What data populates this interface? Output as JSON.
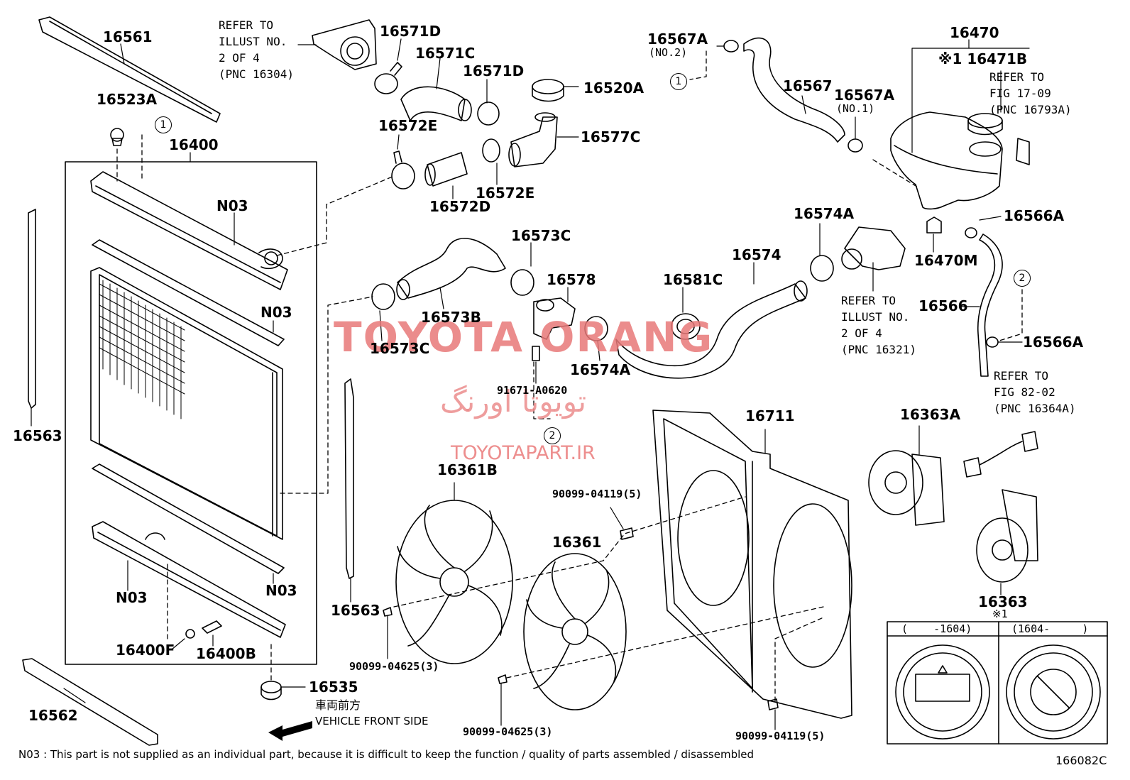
{
  "diagram_code": "166082C",
  "watermark": {
    "brand": "TOYOTA ORANG",
    "persian": "تویوتا اورنگ",
    "site": "TOYOTAPART.IR"
  },
  "parts": {
    "p16561": "16561",
    "p16523A": "16523A",
    "p16400": "16400",
    "n03_a": "N03",
    "n03_b": "N03",
    "n03_c": "N03",
    "n03_d": "N03",
    "p16563_left": "16563",
    "p16563_mid": "16563",
    "p16400F": "16400F",
    "p16400B": "16400B",
    "p16535": "16535",
    "p16562": "16562",
    "p16571D_a": "16571D",
    "p16571C": "16571C",
    "p16571D_b": "16571D",
    "p16520A": "16520A",
    "p16572E_a": "16572E",
    "p16577C": "16577C",
    "p16572E_b": "16572E",
    "p16572D": "16572D",
    "p16573C_a": "16573C",
    "p16573B": "16573B",
    "p16573C_b": "16573C",
    "p16578": "16578",
    "p16574A_a": "16574A",
    "p16574A_b": "16574A",
    "p16574": "16574",
    "p16581C": "16581C",
    "p91671": "91671-A0620",
    "p16567A_a": "16567A",
    "p16567A_a_sub": "(NO.2)",
    "p16567": "16567",
    "p16567A_b": "16567A",
    "p16567A_b_sub": "(NO.1)",
    "p16470": "16470",
    "p16471B": "※1 16471B",
    "p16566A_a": "16566A",
    "p16470M": "16470M",
    "p16566": "16566",
    "p16566A_b": "16566A",
    "p16361B": "16361B",
    "p16361": "16361",
    "p16711": "16711",
    "p16363A": "16363A",
    "p16363": "16363",
    "p16363_sub": "※1",
    "bolt_a": "90099-04119(5)",
    "bolt_b": "90099-04625(3)",
    "bolt_c": "90099-04625(3)",
    "bolt_d": "90099-04119(5)"
  },
  "refs": {
    "ref_top": "REFER TO\nILLUST NO.\n2 OF 4\n(PNC 16304)",
    "ref_mid": "REFER TO\nILLUST NO.\n2 OF 4\n(PNC 16321)",
    "ref_fig17": "REFER TO\nFIG 17-09\n(PNC 16793A)",
    "ref_fig82": "REFER TO\nFIG 82-02\n(PNC 16364A)"
  },
  "circles": {
    "c1": "1",
    "c2": "2"
  },
  "inset": {
    "left_range": "(    -1604)",
    "right_range": "(1604-     )"
  },
  "front": {
    "jp": "車両前方",
    "en": "VEHICLE FRONT SIDE"
  },
  "footnote": "N03 : This part is not supplied as an individual part, because it is difficult to keep the function / quality of parts assembled / disassembled"
}
